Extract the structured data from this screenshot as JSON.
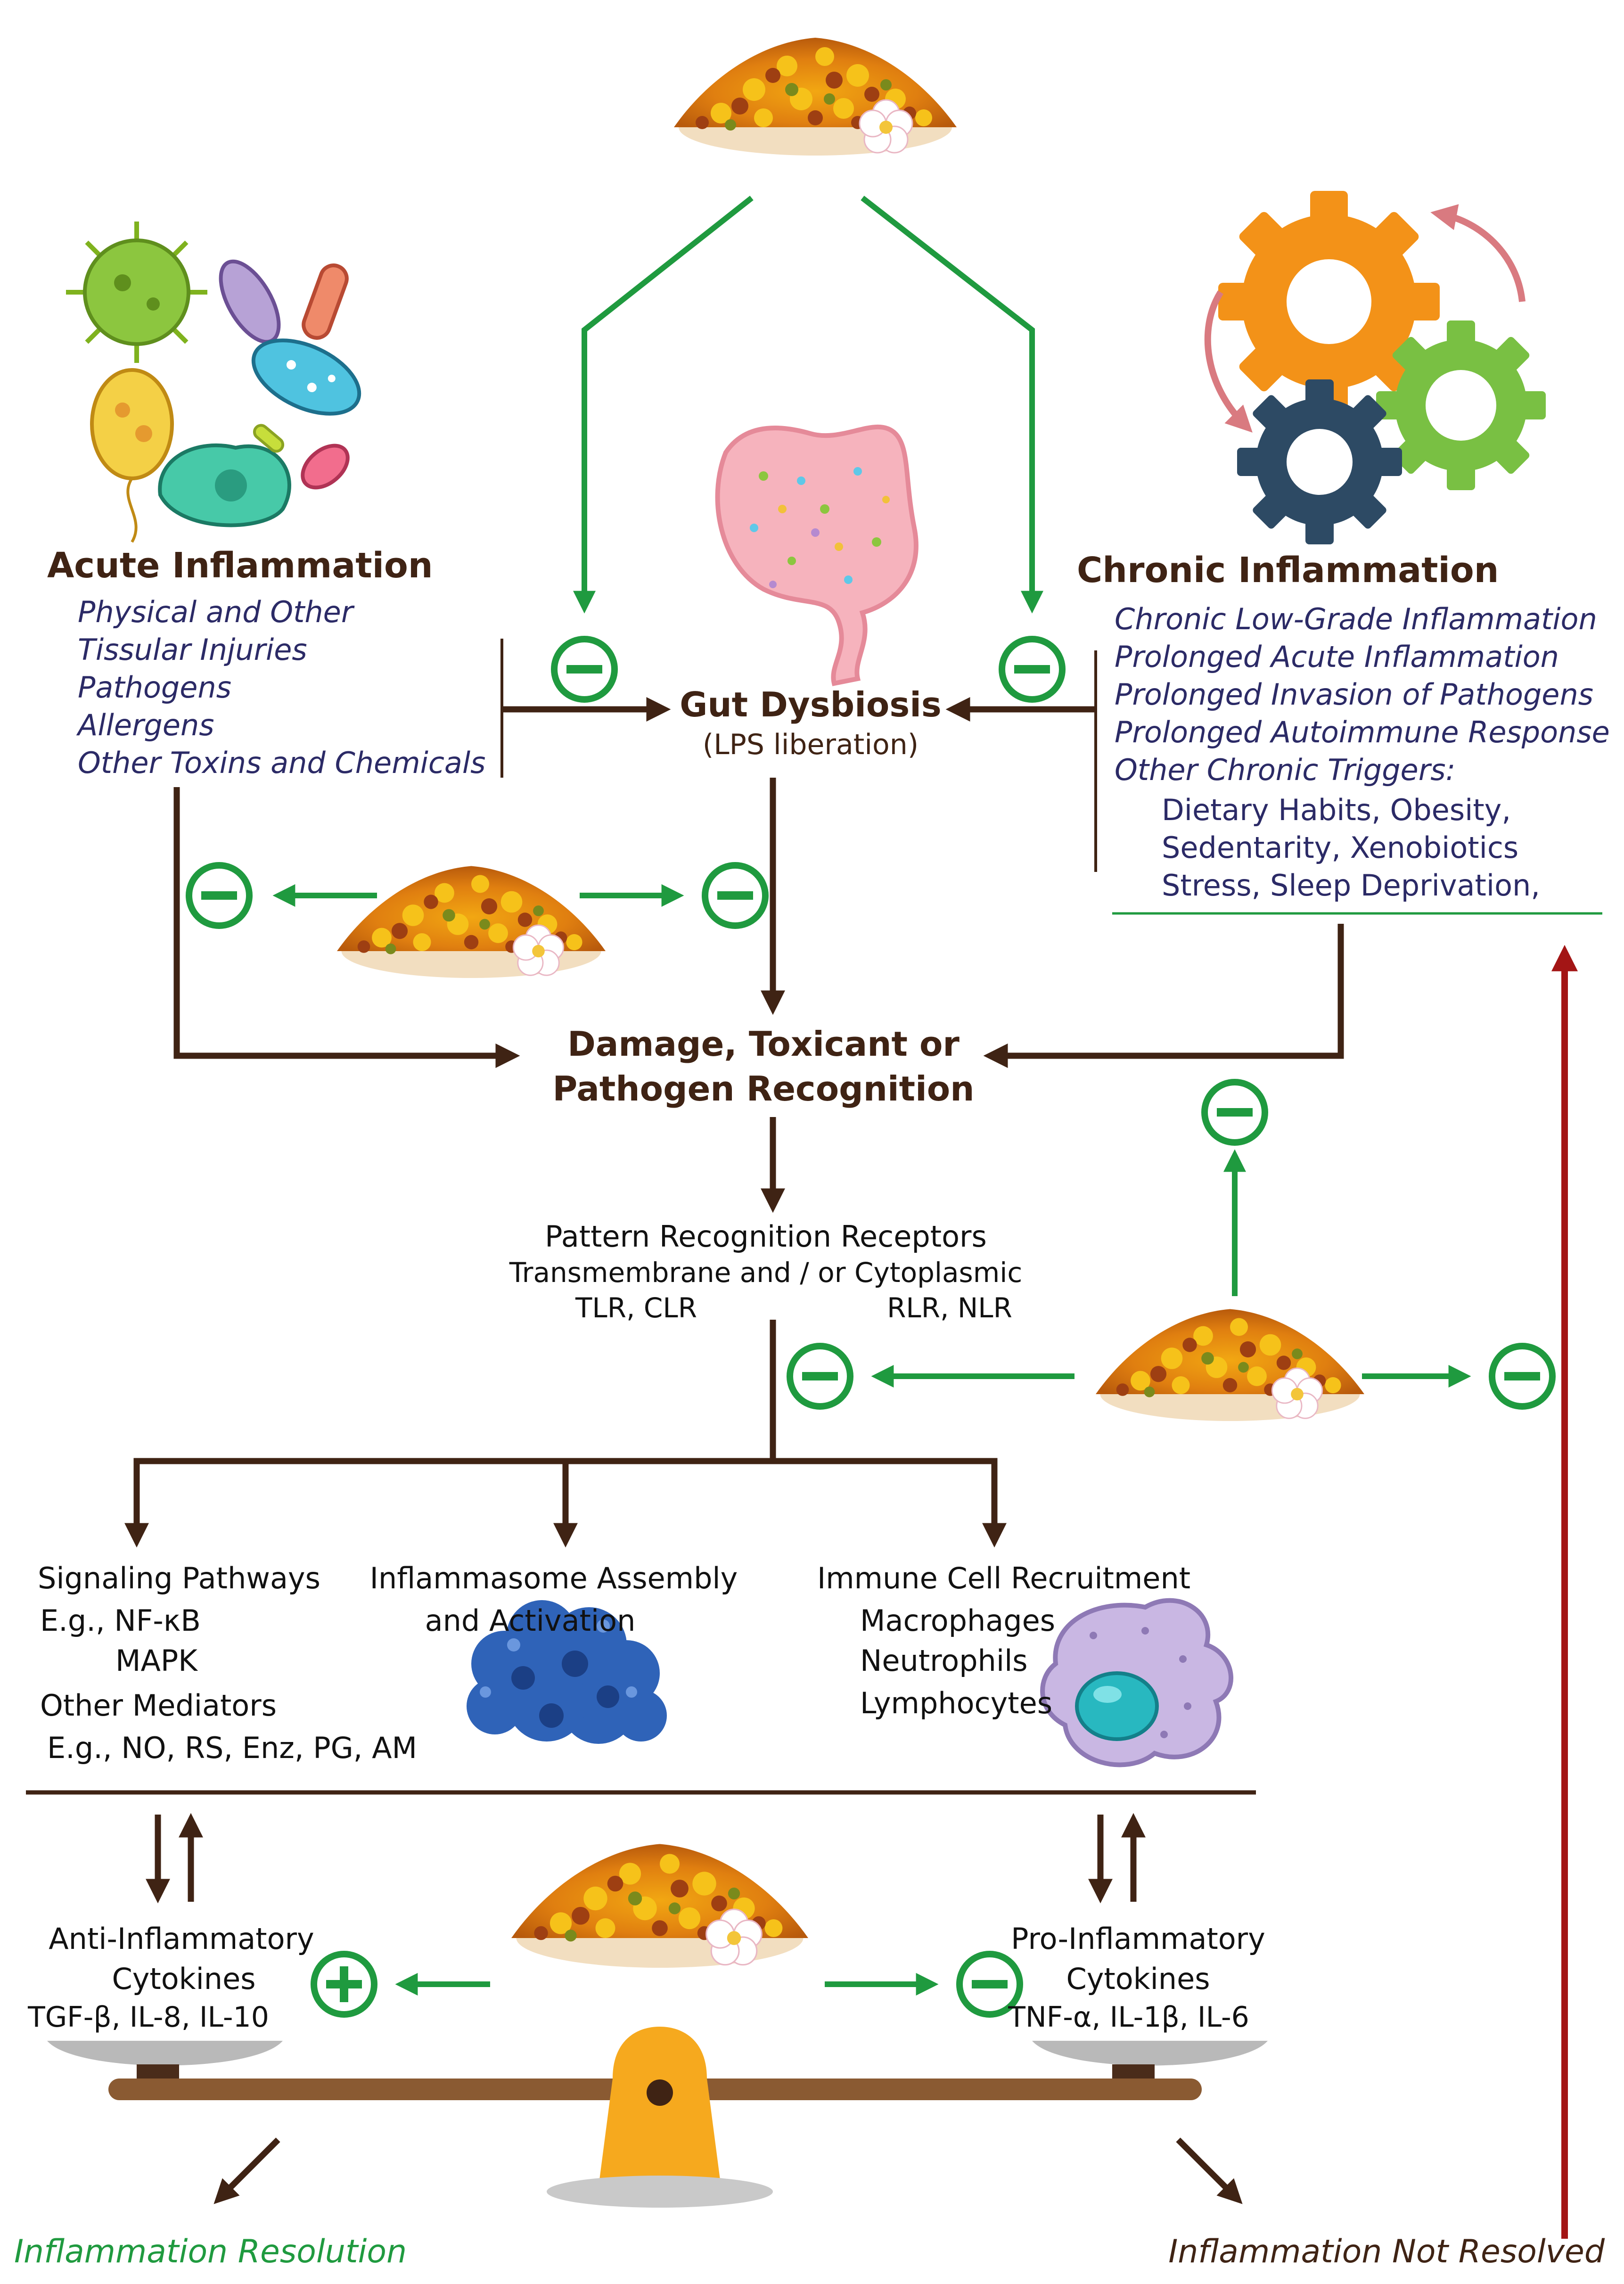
{
  "colors": {
    "arrow_brown": "#3f2314",
    "inhibit_green": "#1f9a3f",
    "accent_red": "#a31515",
    "title_brown": "#3f2314",
    "cause_text": "#2b2a66",
    "resolution_green": "#1f9a3f"
  },
  "acute": {
    "title": "Acute Inflammation",
    "items": [
      "Physical and Other",
      "Tissular Injuries",
      "Pathogens",
      "Allergens",
      "Other Toxins and Chemicals"
    ]
  },
  "chronic": {
    "title": "Chronic Inflammation",
    "items": [
      "Chronic Low-Grade Inflammation",
      "Prolonged Acute Inflammation",
      "Prolonged Invasion of Pathogens",
      "Prolonged Autoimmune Response",
      "Other Chronic Triggers:"
    ],
    "sub_items": [
      "Dietary Habits, Obesity,",
      "Sedentarity, Xenobiotics",
      "Stress, Sleep Deprivation,"
    ]
  },
  "gut": {
    "title": "Gut Dysbiosis",
    "subtitle": "(LPS liberation)"
  },
  "recognition": {
    "line1": "Damage, Toxicant or",
    "line2": "Pathogen Recognition"
  },
  "prr": {
    "title": "Pattern Recognition Receptors",
    "line2": "Transmembrane  and / or Cytoplasmic",
    "left": "TLR, CLR",
    "right": "RLR, NLR"
  },
  "signaling": {
    "lines": [
      "Signaling Pathways",
      "E.g.,  NF-κB",
      "MAPK",
      "Other Mediators",
      "E.g., NO, RS, Enz, PG, AM"
    ]
  },
  "inflammasome": {
    "lines": [
      "Inflammasome Assembly",
      "and Activation"
    ]
  },
  "immune": {
    "lines": [
      "Immune Cell Recruitment",
      "Macrophages",
      "Neutrophils",
      "Lymphocytes"
    ]
  },
  "anti": {
    "lines": [
      "Anti-Inflammatory",
      "Cytokines",
      "TGF-β, IL-8, IL-10"
    ]
  },
  "pro": {
    "lines": [
      "Pro-Inflammatory",
      "Cytokines",
      "TNF-α, IL-1β, IL-6"
    ]
  },
  "outcomes": {
    "resolved": "Inflammation Resolution",
    "not_resolved": "Inflammation Not Resolved"
  },
  "symbols": {
    "minus": "−",
    "plus": "+"
  },
  "icons": [
    "bee-pollen-pile-icon",
    "microbes-icon",
    "gears-cycle-icon",
    "intestine-icon",
    "inflammasome-protein-icon",
    "macrophage-cell-icon",
    "balance-scale-icon"
  ]
}
